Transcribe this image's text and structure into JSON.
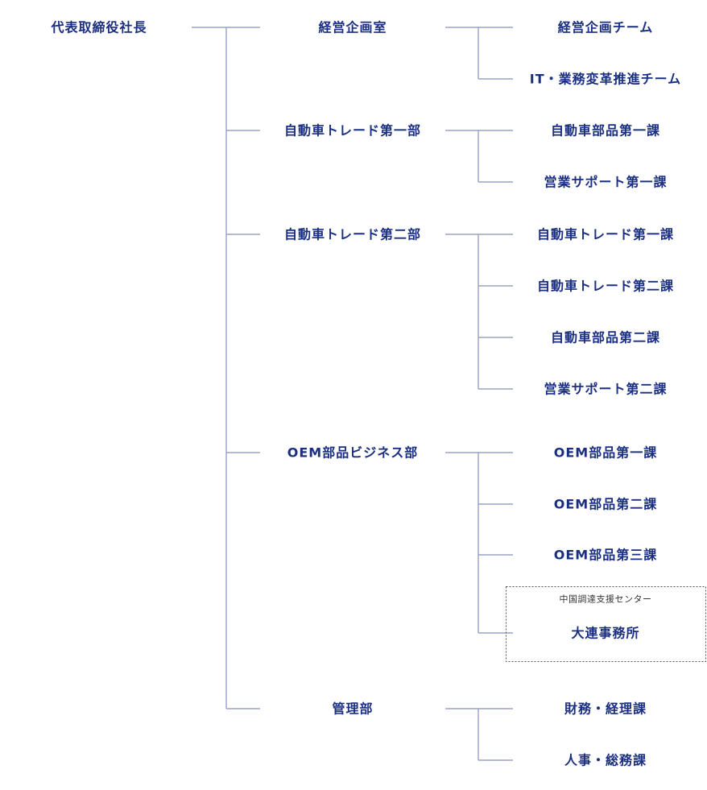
{
  "org": {
    "root": "代表取締役社長",
    "divisions": [
      {
        "name": "経営企画室",
        "units": [
          "経営企画チーム",
          "IT・業務変革推進チーム"
        ]
      },
      {
        "name": "自動車トレード第一部",
        "units": [
          "自動車部品第一課",
          "営業サポート第一課"
        ]
      },
      {
        "name": "自動車トレード第二部",
        "units": [
          "自動車トレード第一課",
          "自動車トレード第二課",
          "自動車部品第二課",
          "営業サポート第二課"
        ]
      },
      {
        "name": "OEM部品ビジネス部",
        "units": [
          "OEM部品第一課",
          "OEM部品第二課",
          "OEM部品第三課",
          "大連事務所"
        ],
        "group": {
          "label": "中国調達支援センター",
          "contains": "大連事務所"
        }
      },
      {
        "name": "管理部",
        "units": [
          "財務・経理課",
          "人事・総務課"
        ]
      }
    ]
  },
  "colors": {
    "text": "#1b2f82",
    "line": "#9aa0c6",
    "group_border": "#555555"
  }
}
